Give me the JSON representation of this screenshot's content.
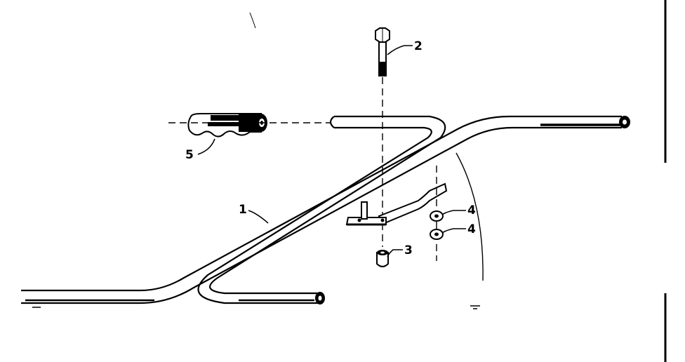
{
  "callouts": {
    "part_1": "1",
    "part_2": "2",
    "part_3": "3",
    "part_4a": "4",
    "part_4b": "4",
    "part_5": "5"
  }
}
